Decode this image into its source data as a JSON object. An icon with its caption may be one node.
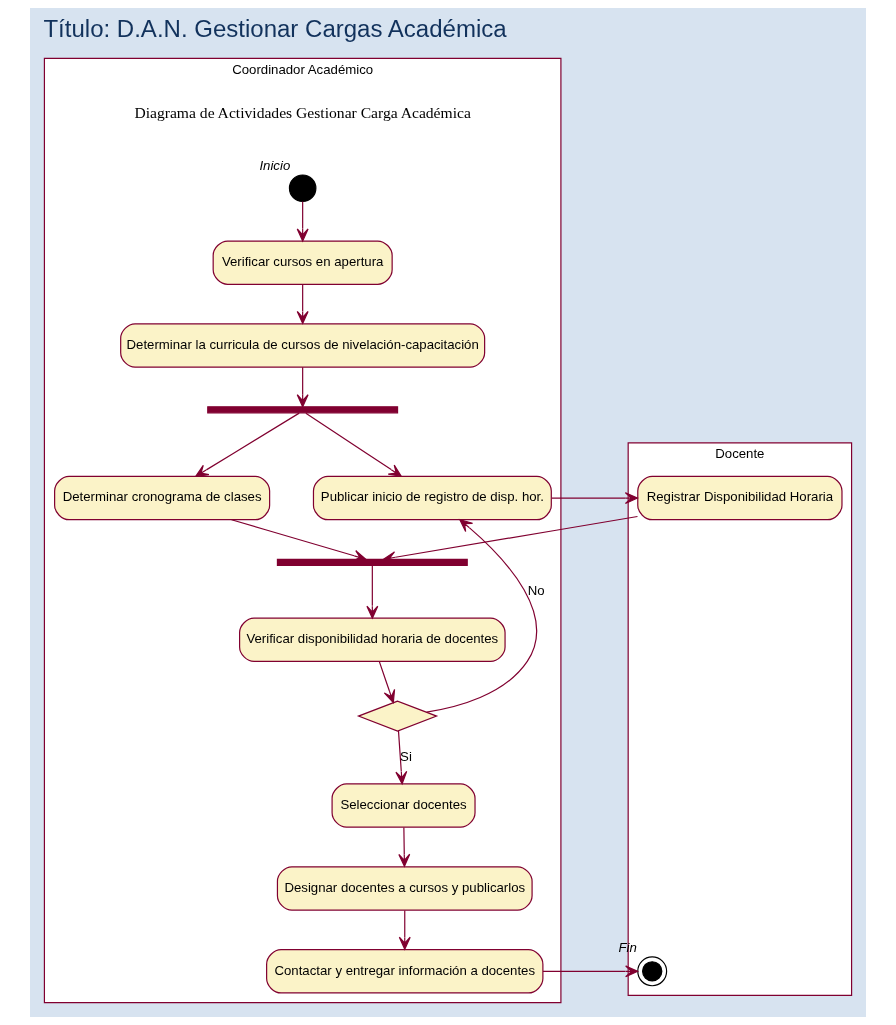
{
  "diagram": {
    "title": "Título: D.A.N. Gestionar Cargas Académica",
    "nodes": [
      {
        "text": [
          "Coordinador Académico"
        ]
      },
      {
        "text": [
          "Docente"
        ]
      },
      {
        "text": [],
        "shape": "circle",
        "in": 0,
        "beside": [
          "Inicio"
        ]
      },
      {
        "text": [
          "Verificar cursos en apertura"
        ],
        "in": 0
      },
      {
        "text": [
          "Determinar la curricula de cursos de nivelación-capacitación"
        ],
        "in": 0
      },
      {
        "text": [],
        "shape": "bar",
        "in": 0
      },
      {
        "text": [
          "Determinar cronograma de clases"
        ],
        "in": 0
      },
      {
        "text": [
          "Publicar inicio de registro de disp. hor."
        ],
        "in": 0
      },
      {
        "text": [
          "Registrar Disponibilidad Horaria"
        ],
        "in": 1
      },
      {
        "text": [],
        "shape": "bar",
        "in": 0
      },
      {
        "text": [
          "Verificar disponibilidad horaria de docentes"
        ],
        "in": 0
      },
      {
        "text": [],
        "shape": "diamond",
        "in": 0
      },
      {
        "text": [
          "Seleccionar docentes"
        ],
        "in": 0
      },
      {
        "text": [
          "Designar docentes a cursos y publicarlos"
        ],
        "in": 0
      },
      {
        "text": [
          "Contactar y entregar información a docentes"
        ],
        "in": 0
      },
      {
        "text": [],
        "shape": "circle",
        "in": 1,
        "beside": [
          "Fin"
        ]
      }
    ],
    "edges": [
      {
        "from": 2,
        "to": 3,
        "arrow": "to"
      },
      {
        "from": 3,
        "to": 4,
        "arrow": "to"
      },
      {
        "from": 4,
        "to": 5,
        "arrow": "to"
      },
      {
        "from": 5,
        "to": 6,
        "arrow": "to"
      },
      {
        "from": 5,
        "to": 7,
        "arrow": "to"
      },
      {
        "from": 7,
        "to": 8,
        "arrow": "to"
      },
      {
        "from": 6,
        "to": 9,
        "arrow": "to"
      },
      {
        "from": 8,
        "to": 9,
        "arrow": "to"
      },
      {
        "from": 9,
        "to": 10,
        "arrow": "to"
      },
      {
        "from": 10,
        "to": 11,
        "arrow": "to"
      },
      {
        "from": 11,
        "to": 12,
        "label": "Si",
        "arrow": "to"
      },
      {
        "from": 11,
        "to": 7,
        "label": "No",
        "arrow": "to"
      },
      {
        "from": 12,
        "to": 13,
        "arrow": "to"
      },
      {
        "from": 13,
        "to": 14,
        "arrow": "to"
      },
      {
        "from": 14,
        "to": 15,
        "arrow": "to"
      }
    ],
    "labels": [
      "Diagrama de Actividades Gestionar Carga Académica"
    ]
  }
}
